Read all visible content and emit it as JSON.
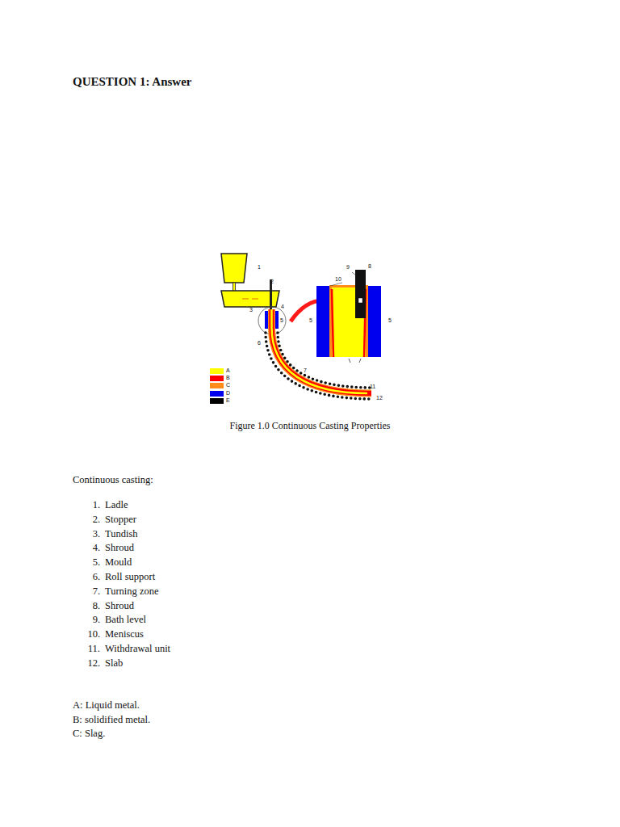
{
  "diagram": {
    "title": "QUESTION 1: Answer",
    "caption": "Figure 1.0 Continuous Casting Properties",
    "labels": [
      "1",
      "2",
      "3",
      "4",
      "5",
      "6",
      "7",
      "11",
      "12",
      "9",
      "8",
      "10",
      "5",
      "5",
      "Continuous casting:",
      "1.",
      "Ladle",
      "2.",
      "Stopper",
      "3.",
      "Tundish",
      "4.",
      "Shroud",
      "5.",
      "Mould",
      "6.",
      "Roll support",
      "7.",
      "Turning zone",
      "8.",
      "Shroud",
      "9.",
      "Bath level",
      "10.",
      "Meniscus",
      "11.",
      "Withdrawal unit",
      "12.",
      "Slab",
      "A: Liquid metal.",
      "B: solidified metal.",
      "C: Slag."
    ],
    "legend": [
      {
        "text": "A",
        "color": "#ffff00"
      },
      {
        "text": "B",
        "color": "#ff0000"
      },
      {
        "text": "C",
        "color": "#ff8c1a"
      },
      {
        "text": "D",
        "color": "#0000ee"
      },
      {
        "text": "E",
        "color": "#000000"
      }
    ]
  }
}
